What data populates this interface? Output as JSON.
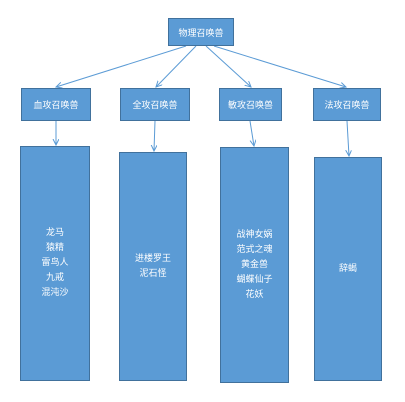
{
  "diagram": {
    "root": {
      "label": "物理召唤兽"
    },
    "categories": [
      {
        "label": "血攻召唤兽",
        "items": [
          "龙马",
          "猿精",
          "雷鸟人",
          "九戒",
          "混沌沙"
        ]
      },
      {
        "label": "全攻召唤兽",
        "items": [
          "进楼罗王",
          "泥石怪"
        ]
      },
      {
        "label": "敏攻召唤兽",
        "items": [
          "战神女娲",
          "范式之魂",
          "黄金兽",
          "蝴蝶仙子",
          "花妖"
        ]
      },
      {
        "label": "法攻召唤兽",
        "items": [
          "辞蝎"
        ]
      }
    ],
    "colors": {
      "fill": "#5b9bd5",
      "border": "#41719c",
      "line": "#5b9bd5",
      "text": "#ffffff"
    }
  }
}
